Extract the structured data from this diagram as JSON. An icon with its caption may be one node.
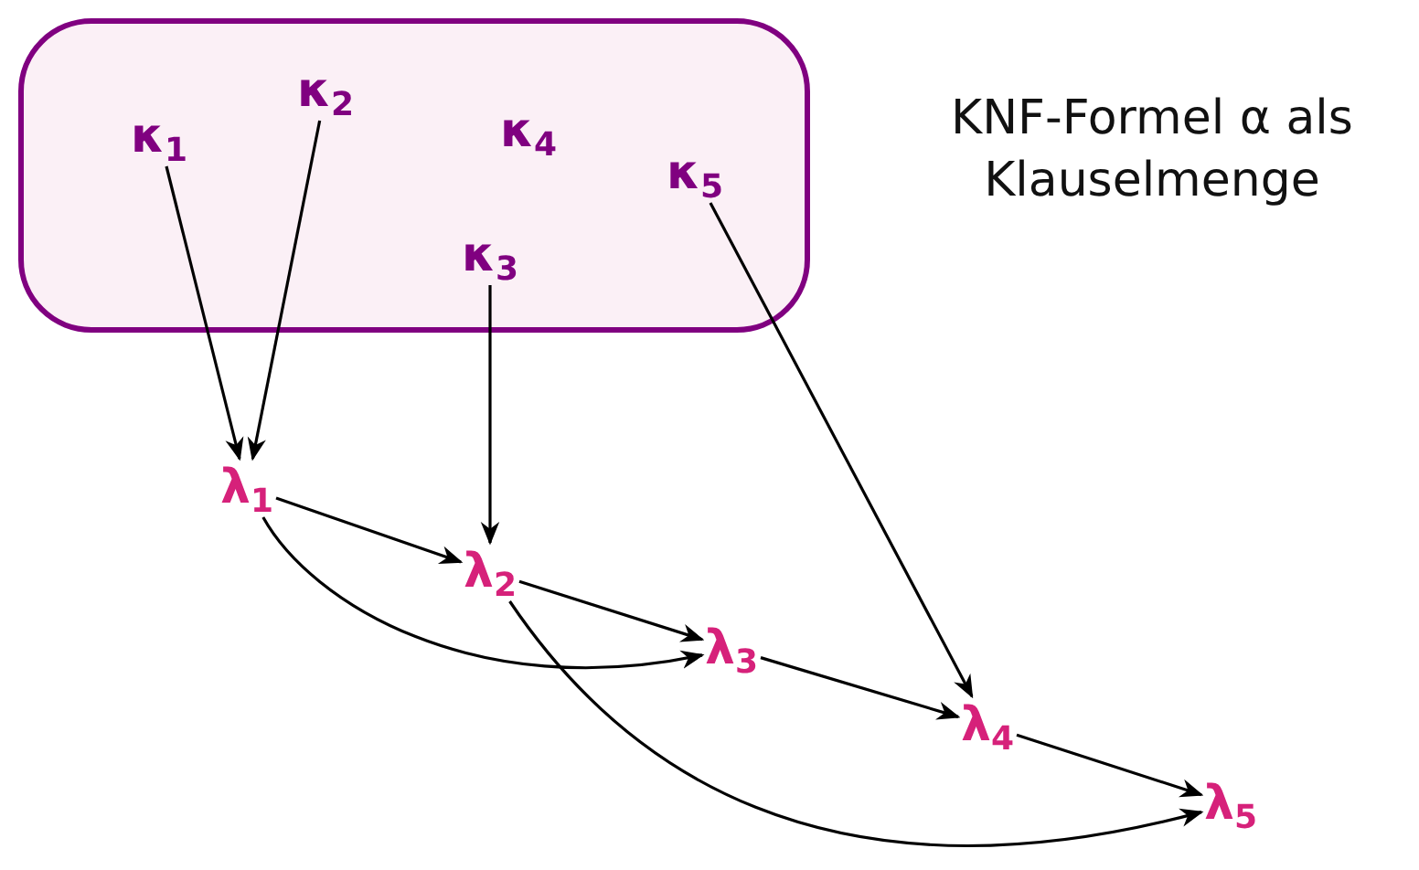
{
  "diagram": {
    "nodes": [
      {
        "text": [],
        "shape": "box"
      },
      {
        "text": [
          "κ$_{1}$"
        ],
        "in": 0
      },
      {
        "text": [
          "κ$_{2}$"
        ],
        "in": 0
      },
      {
        "text": [
          "κ$_{3}$"
        ],
        "in": 0
      },
      {
        "text": [
          "κ$_{4}$"
        ],
        "in": 0
      },
      {
        "text": [
          "κ$_{5}$"
        ],
        "in": 0
      },
      {
        "text": [
          "λ$_{1}$"
        ]
      },
      {
        "text": [
          "λ$_{2}$"
        ]
      },
      {
        "text": [
          "λ$_{3}$"
        ]
      },
      {
        "text": [
          "λ$_{4}$"
        ]
      },
      {
        "text": [
          "λ$_{5}$"
        ]
      }
    ],
    "edges": [
      {
        "from": 1,
        "to": 6,
        "arrow": "to"
      },
      {
        "from": 2,
        "to": 6,
        "arrow": "to"
      },
      {
        "from": 3,
        "to": 7,
        "arrow": "to"
      },
      {
        "from": 5,
        "to": 9,
        "arrow": "to"
      },
      {
        "from": 6,
        "to": 7,
        "arrow": "to"
      },
      {
        "from": 6,
        "to": 8,
        "arrow": "to"
      },
      {
        "from": 7,
        "to": 8,
        "arrow": "to"
      },
      {
        "from": 7,
        "to": 10,
        "arrow": "to"
      },
      {
        "from": 8,
        "to": 9,
        "arrow": "to"
      },
      {
        "from": 9,
        "to": 10,
        "arrow": "to"
      }
    ],
    "labels": [
      "KNF-Formel α als Klauselmenge"
    ]
  }
}
